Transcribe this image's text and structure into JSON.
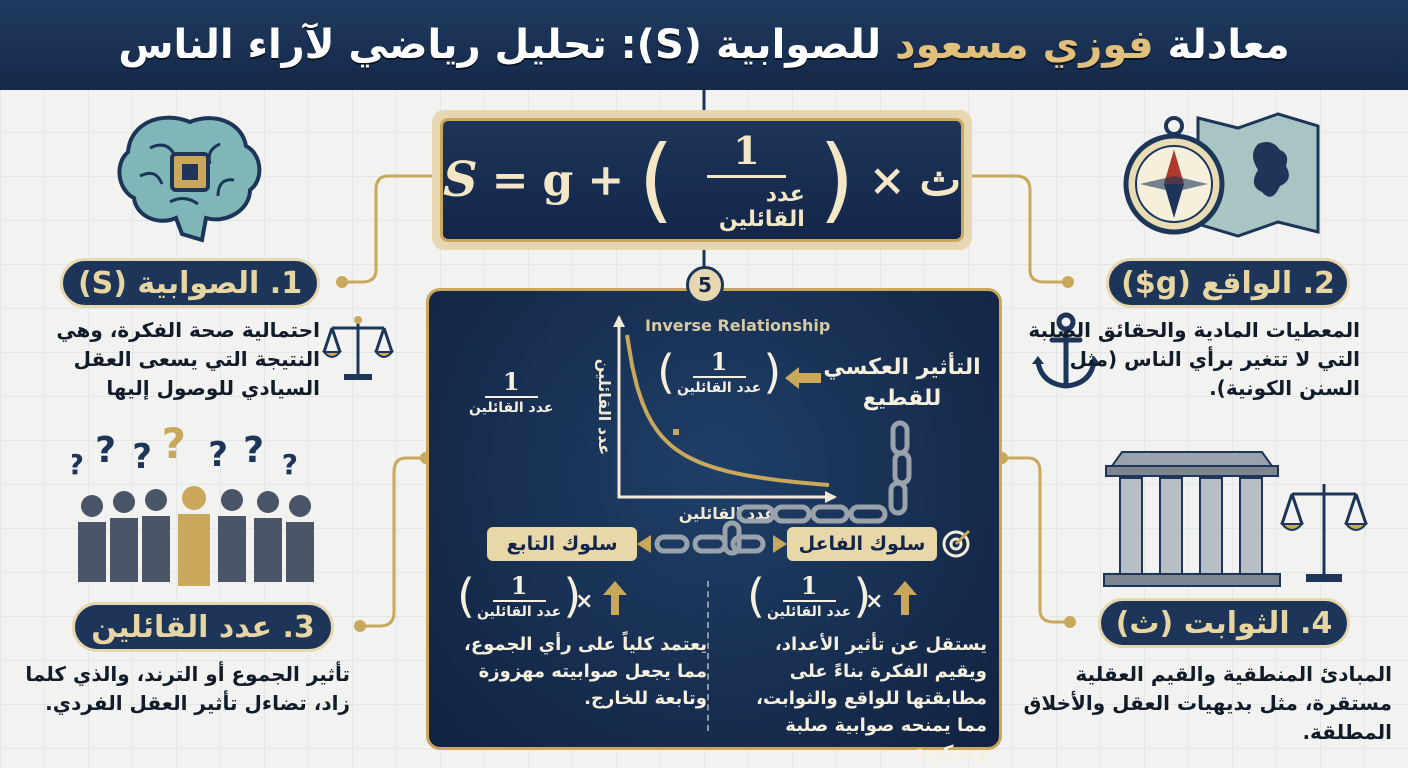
{
  "header": {
    "title_start": "معادلة ",
    "title_accent": "فوزي مسعود",
    "title_end": " للصوابية (S): تحليل رياضي لآراء الناس"
  },
  "formula": {
    "s": "S",
    "eq": "=",
    "g": "g",
    "plus": "+",
    "numerator": "1",
    "denominator": "عدد القائلين",
    "times": "×",
    "th": "ث"
  },
  "sections": {
    "s1": {
      "title": "1. الصوابية (S)",
      "text": "احتمالية صحة الفكرة، وهي النتيجة التي يسعى العقل السيادي للوصول إليها"
    },
    "s2": {
      "title": "2. الواقع (g$)",
      "text": "المعطيات المادية والحقائق الصلبة التي لا تتغير برأي الناس (مثل السنن الكونية)."
    },
    "s3": {
      "title": "3. عدد القائلين",
      "text": "تأثير الجموع أو الترند، والذي كلما زاد، تضاءل تأثير العقل الفردي."
    },
    "s4": {
      "title": "4. الثوابت (ث)",
      "text": "المبادئ المنطقية والقيم العقلية مستقرة، مثل بديهيات العقل والأخلاق المطلقة."
    }
  },
  "panel": {
    "number": "5",
    "graph_title": "Inverse Relationship",
    "y_label": "عدد القائلين",
    "x_label": "عدد القائلين",
    "frac_num": "1",
    "frac_den": "عدد القائلين",
    "inverse_text": "التأثير العكسي للقطيع",
    "times": "×",
    "actor": {
      "label": "سلوك الفاعل",
      "text": "يستقل عن تأثير الأعداد، ويقيم الفكرة بناءً على مطابقتها للواقع والثوابت، مما يمنحه صوابية صلبة ومركزية."
    },
    "follower": {
      "label": "سلوك التابع",
      "text": "يعتمد كلياً على رأي الجموع، مما يجعل صوابيته مهزوزة وتابعة للخارج."
    }
  },
  "colors": {
    "navy": "#1d3558",
    "gold": "#c9a85c",
    "cream": "#e6d7b0"
  },
  "icons": [
    "brain-chip-icon",
    "compass-map-icon",
    "scales-icon",
    "anchor-icon",
    "crowd-question-icon",
    "pillars-icon",
    "target-icon",
    "chain-icon"
  ]
}
